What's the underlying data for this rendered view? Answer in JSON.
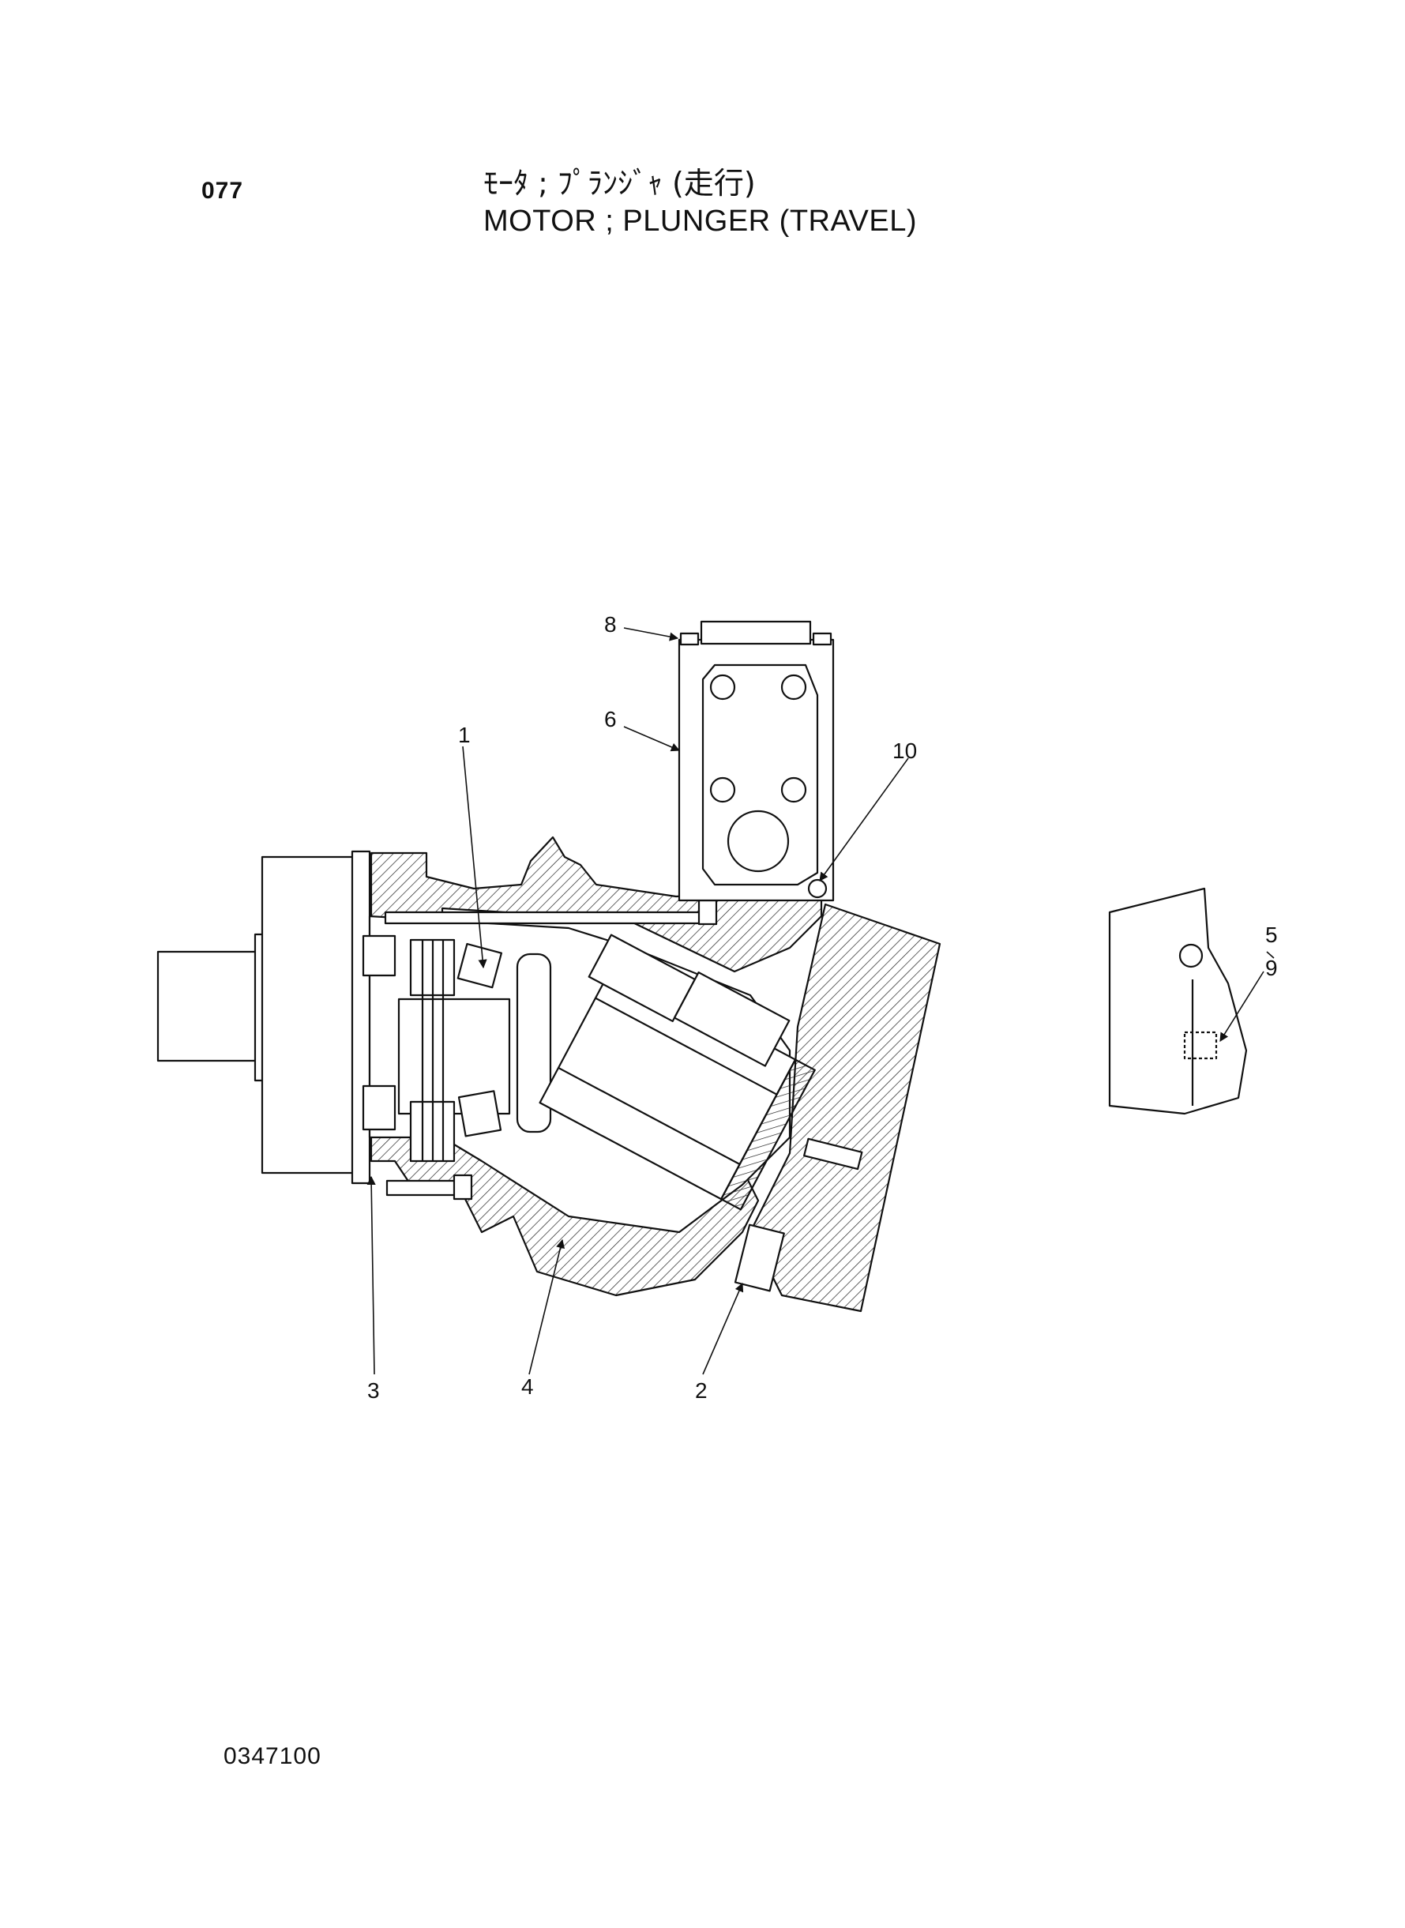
{
  "header": {
    "page_number": "077",
    "title_jp": "ﾓｰﾀ ; ﾌﾟﾗﾝｼﾞｬ (走行)",
    "title_en": "MOTOR ; PLUNGER (TRAVEL)"
  },
  "callouts": {
    "c1": "1",
    "c2": "2",
    "c3": "3",
    "c4": "4",
    "c6": "6",
    "c8": "8",
    "c10": "10",
    "c5": "5",
    "c9": "9"
  },
  "footer": {
    "doc_code": "0347100"
  }
}
